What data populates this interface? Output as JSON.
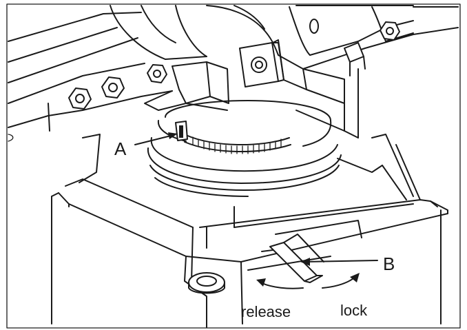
{
  "labels": {
    "a": "A",
    "b": "B",
    "release": "release",
    "lock": "lock"
  }
}
